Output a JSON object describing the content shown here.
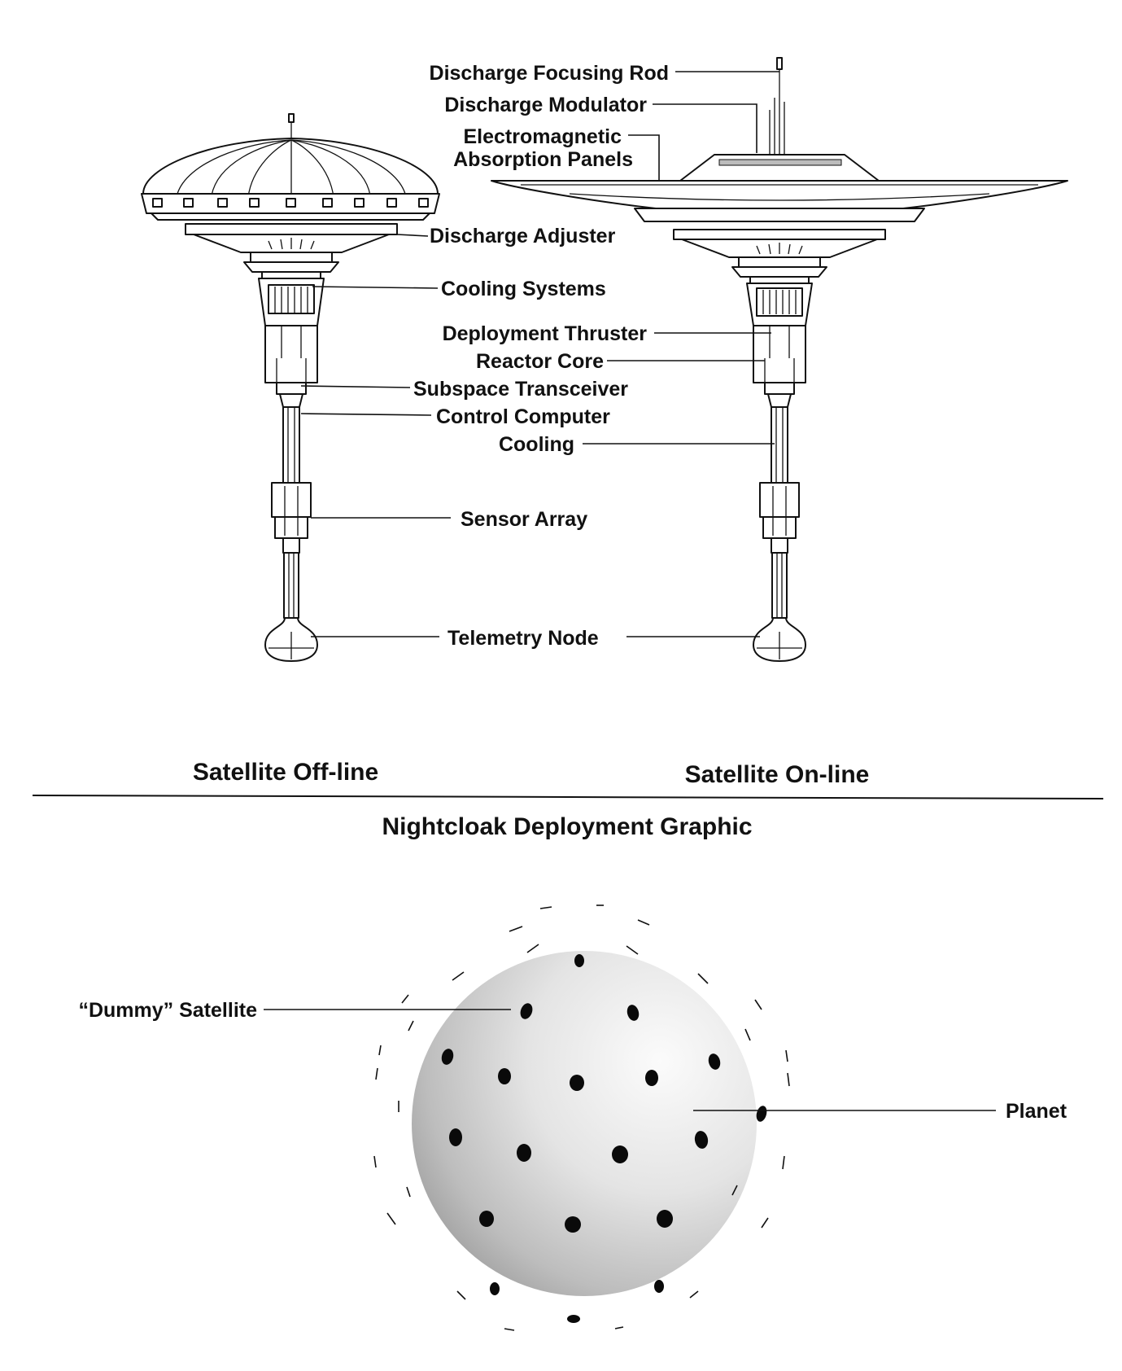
{
  "diagram": {
    "labels": {
      "discharge_focusing_rod": "Discharge Focusing Rod",
      "discharge_modulator": "Discharge Modulator",
      "em_panels_line1": "Electromagnetic",
      "em_panels_line2": "Absorption Panels",
      "discharge_adjuster": "Discharge Adjuster",
      "cooling_systems": "Cooling Systems",
      "deployment_thruster": "Deployment Thruster",
      "reactor_core": "Reactor Core",
      "subspace_transceiver": "Subspace Transceiver",
      "control_computer": "Control Computer",
      "cooling": "Cooling",
      "sensor_array": "Sensor Array",
      "telemetry_node": "Telemetry Node"
    },
    "captions": {
      "offline": "Satellite Off-line",
      "online": "Satellite On-line"
    },
    "deployment": {
      "title": "Nightcloak Deployment Graphic",
      "dummy_satellite": "“Dummy” Satellite",
      "planet": "Planet"
    },
    "colors": {
      "ink": "#111111",
      "planet_light": "#fafafa",
      "planet_dark": "#9a9a9a"
    }
  }
}
